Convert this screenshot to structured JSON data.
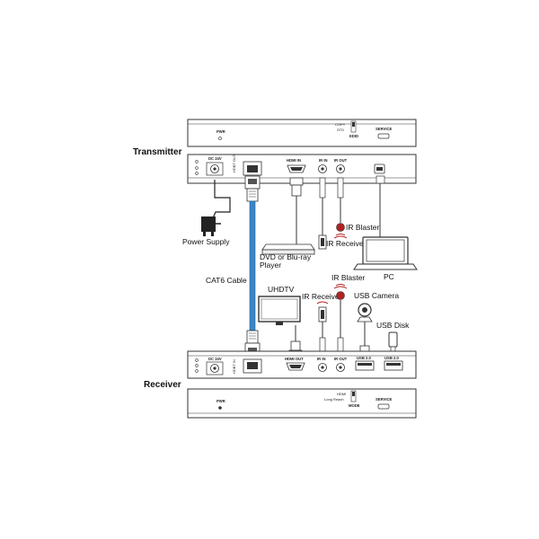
{
  "sections": {
    "transmitter": "Transmitter",
    "receiver": "Receiver"
  },
  "transmitter_front": {
    "pwr": "PWR",
    "copy": "COPY",
    "std": "STD",
    "edid": "EDID",
    "service": "SERVICE"
  },
  "transmitter_rear": {
    "dc24v": "DC 24V",
    "hdbt_out": "HDBT OUT",
    "hdmi_in": "HDMI IN",
    "ir_in": "IR IN",
    "ir_out": "IR OUT"
  },
  "receiver_rear": {
    "dc24v": "DC 24V",
    "hdbt_in": "HDBT IN",
    "hdmi_out": "HDMI OUT",
    "ir_in": "IR IN",
    "ir_out": "IR OUT",
    "usb1": "USB 2.0",
    "usb2": "USB 2.0"
  },
  "receiver_front": {
    "pwr": "PWR",
    "hdmi": "HDMI",
    "long_reach": "Long Reach",
    "mode": "MODE",
    "service": "SERVICE"
  },
  "devices": {
    "power_supply": "Power Supply",
    "dvd": "DVD or Blu-ray",
    "dvd_line2": "Player",
    "pc": "PC",
    "ir_blaster_top": "IR Blaster",
    "ir_receiver_top": "IR Receiver",
    "cat6": "CAT6 Cable",
    "uhdtv": "UHDTV",
    "ir_blaster_bottom": "IR Blaster",
    "ir_receiver_bottom": "IR Receiver",
    "usb_camera": "USB Camera",
    "usb_disk": "USB Disk"
  },
  "colors": {
    "cat6": "#3a86c8",
    "ir_red": "#b22222",
    "panel_stroke": "#333333"
  }
}
